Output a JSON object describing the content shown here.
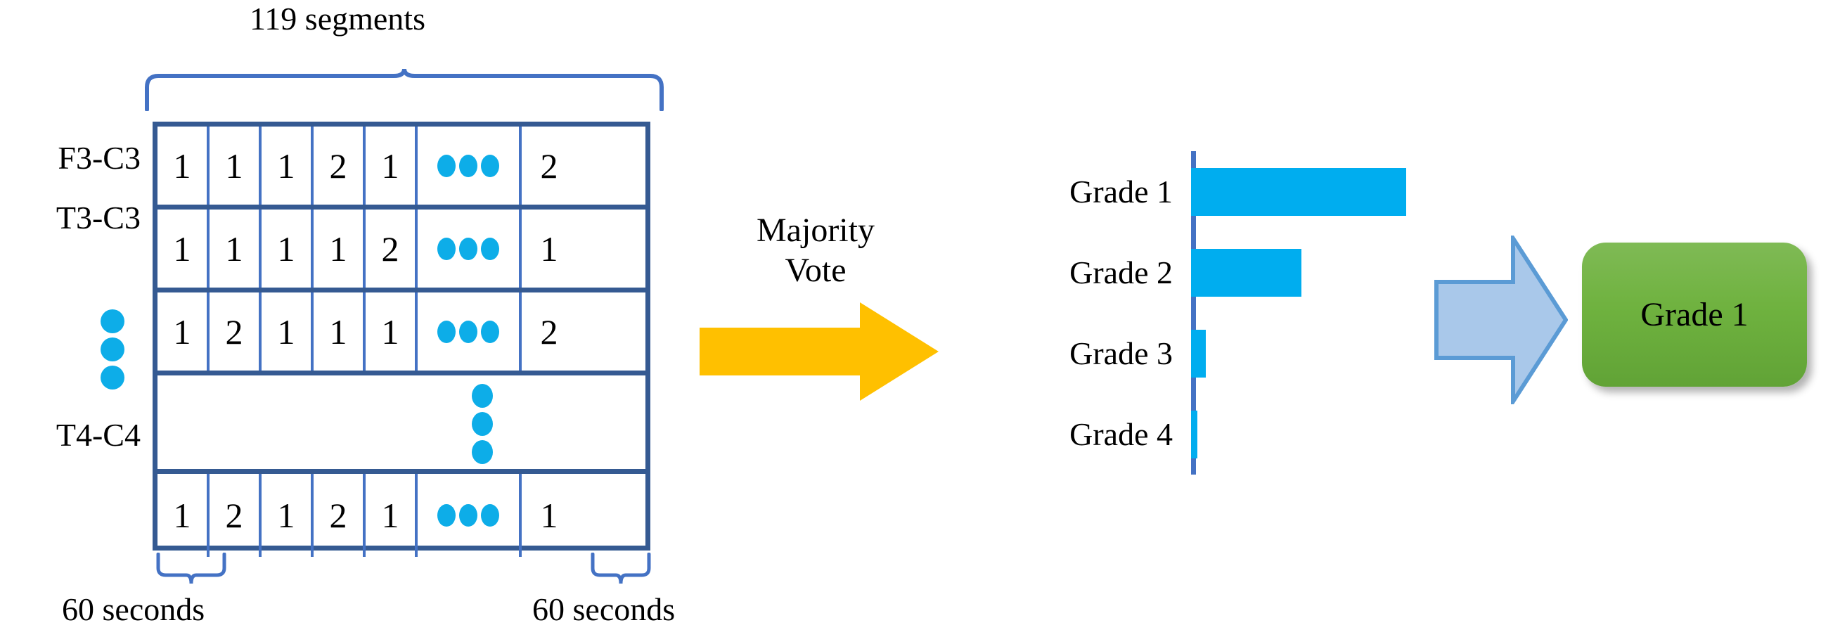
{
  "diagram": {
    "segments_caption": "119 segments",
    "seconds_caption_left": "60 seconds",
    "seconds_caption_right": "60 seconds",
    "majority_vote_line1": "Majority",
    "majority_vote_line2": "Vote",
    "result_label": "Grade 1",
    "colors": {
      "table_outer_border": "#355A92",
      "table_inner_border": "#4472C4",
      "brace_blue": "#4472C4",
      "dot_cyan": "#0DADE8",
      "bar_cyan": "#00ADEF",
      "bar_axis": "#4472C4",
      "orange_arrow": "#FFC000",
      "blue_arrow_fill": "#A9C8EA",
      "blue_arrow_stroke": "#5B9BD5",
      "result_green_top": "#7FBA55",
      "result_green_bottom": "#61A336",
      "text": "#000000"
    }
  },
  "table": {
    "row_labels": [
      "F3-C3",
      "T3-C3",
      "",
      "T4-C4"
    ],
    "ellipsis_glyph": "dots-horizontal-icon",
    "rows": [
      {
        "label": "F3-C3",
        "values": [
          "1",
          "1",
          "1",
          "2",
          "1"
        ],
        "dots": true,
        "last": "2"
      },
      {
        "label": "T3-C3",
        "values": [
          "1",
          "1",
          "1",
          "1",
          "2"
        ],
        "dots": true,
        "last": "1"
      },
      {
        "label": "",
        "values": [
          "1",
          "2",
          "1",
          "1",
          "1"
        ],
        "dots": true,
        "last": "2"
      },
      {
        "label": "",
        "values": [],
        "dots": false,
        "last": "",
        "is_gap": true
      },
      {
        "label": "T4-C4",
        "values": [
          "1",
          "2",
          "1",
          "2",
          "1"
        ],
        "dots": true,
        "last": "1"
      }
    ]
  },
  "chart_data": {
    "type": "bar",
    "orientation": "horizontal",
    "title": "",
    "xlabel": "",
    "ylabel": "",
    "categories": [
      "Grade 1",
      "Grade 2",
      "Grade 3",
      "Grade 4"
    ],
    "values": [
      72,
      37,
      5,
      2
    ],
    "xlim": [
      0,
      80
    ],
    "grid": false,
    "legend": "none",
    "bar_color": "#00ADEF",
    "axis_color": "#4472C4"
  }
}
